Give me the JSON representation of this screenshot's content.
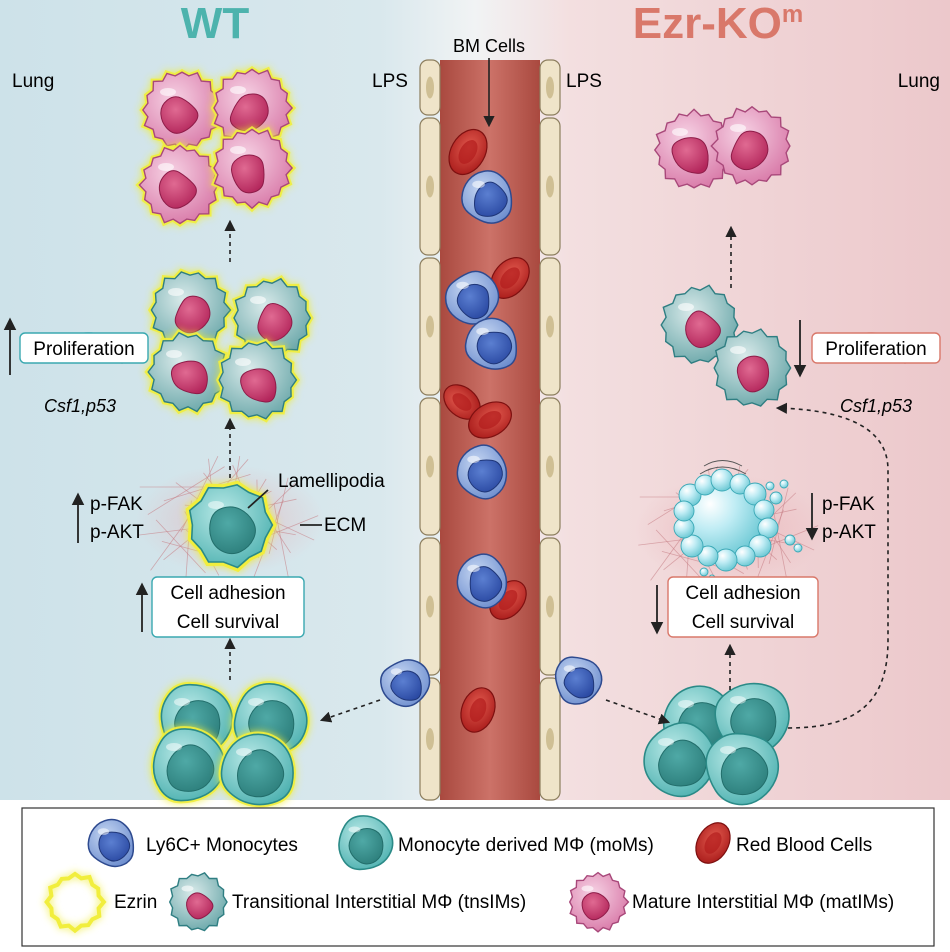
{
  "titles": {
    "wt": "WT",
    "ko": "Ezr-KO",
    "ko_sup": "m"
  },
  "labels": {
    "lung_left": "Lung",
    "lung_right": "Lung",
    "lps_left": "LPS",
    "lps_right": "LPS",
    "bm_cells": "BM Cells",
    "lamellipodia": "Lamellipodia",
    "ecm": "ECM"
  },
  "wt": {
    "proliferation": "Proliferation",
    "genes": "Csf1,p53",
    "pfak": "p-FAK",
    "pakt": "p-AKT",
    "adhesion": "Cell adhesion",
    "survival": "Cell survival"
  },
  "ko": {
    "proliferation": "Proliferation",
    "genes": "Csf1,p53",
    "pfak": "p-FAK",
    "pakt": "p-AKT",
    "adhesion": "Cell adhesion",
    "survival": "Cell survival"
  },
  "legend": {
    "monocytes": "Ly6C+ Monocytes",
    "momacs": "Monocyte derived MΦ (moMs)",
    "rbc": "Red Blood Cells",
    "ezrin": "Ezrin",
    "tnsims": "Transitional Interstitial MΦ (tnsIMs)",
    "matims": "Mature Interstitial MΦ (matIMs)"
  },
  "colors": {
    "wt_title": "#4db3ad",
    "ko_title": "#d9786a",
    "wt_bg": "#cfe3ea",
    "ko_bg": "#efcfd2",
    "vessel": "#c2655a",
    "endothelium": "#efe4c9",
    "monocyte": "#3f63b7",
    "moMs": "#5bbcbb",
    "rbc": "#c22b2b",
    "ezrin": "#f1ee3c",
    "matIM": "#dd7fae",
    "nucleus_pink": "#c8336a"
  }
}
